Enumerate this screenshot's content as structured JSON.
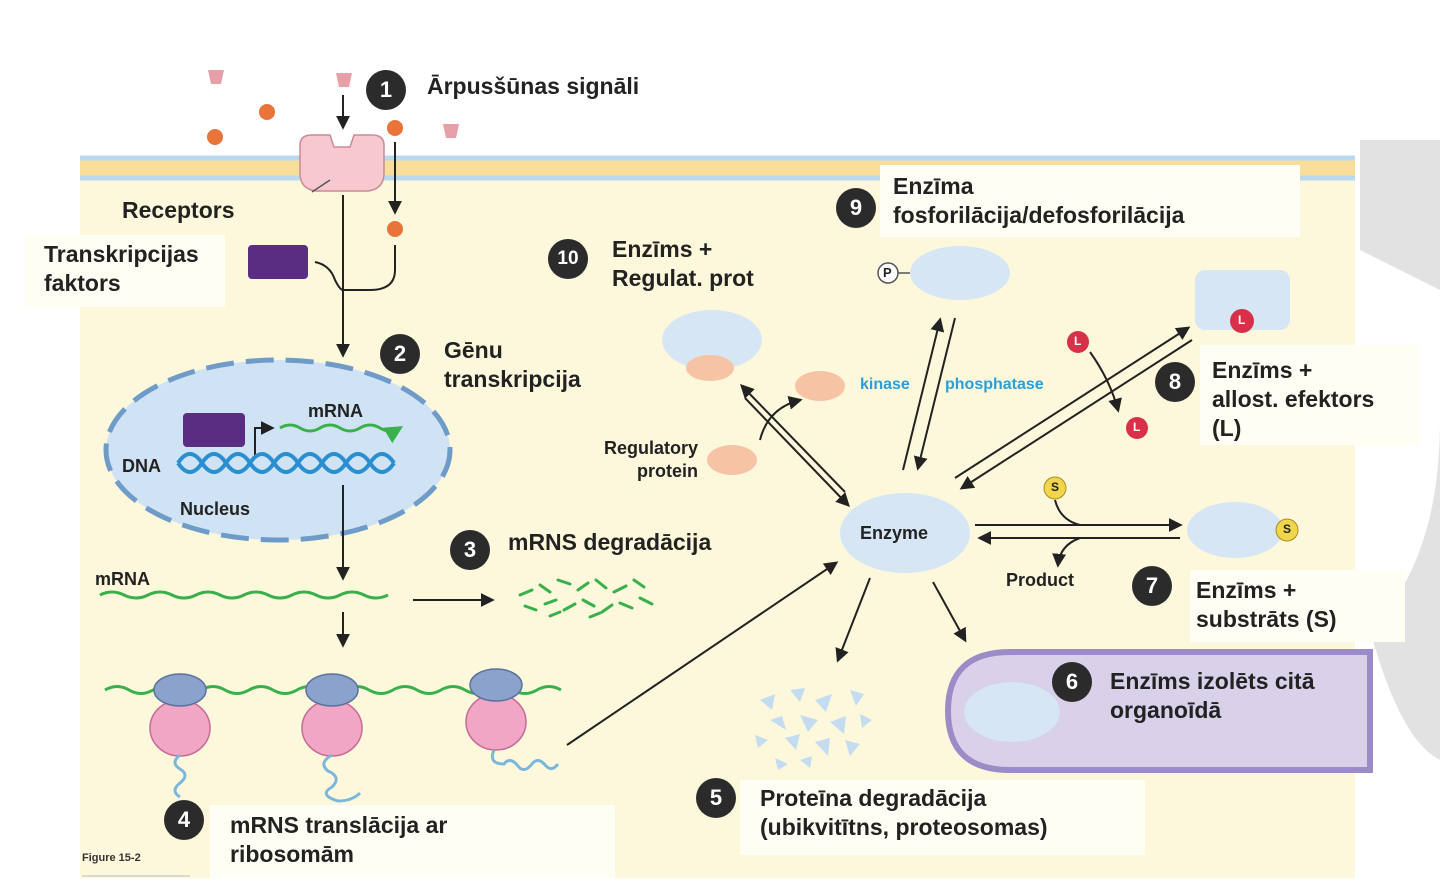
{
  "steps": [
    {
      "n": "1",
      "label": "Ārpusšūnas signāli"
    },
    {
      "n": "2",
      "label": "Gēnu\ntranskripcija"
    },
    {
      "n": "3",
      "label": "mRNS degradācija"
    },
    {
      "n": "4",
      "label": "mRNS translācija ar\nribosomām"
    },
    {
      "n": "5",
      "label": "Proteīna degradācija\n(ubikvitītns, proteosomas)"
    },
    {
      "n": "6",
      "label": "Enzīms izolēts citā\norganoīdā"
    },
    {
      "n": "7",
      "label": "Enzīms +\nsubstrāts (S)"
    },
    {
      "n": "8",
      "label": "Enzīms +\nallost. efektors\n(L)"
    },
    {
      "n": "9",
      "label": "Enzīma\nfosforilācija/defosforilācija"
    },
    {
      "n": "10",
      "label": "Enzīms +\nRegulat. prot"
    }
  ],
  "labels": {
    "receptors": "Receptors",
    "transcription_factor": "Transkripcijas\nfaktors",
    "mrna_nucleus": "mRNA",
    "dna": "DNA",
    "nucleus": "Nucleus",
    "mrna_cytoplasm": "mRNA",
    "regulatory_protein": "Regulatory\nprotein",
    "kinase": "kinase",
    "phosphatase": "phosphatase",
    "enzyme": "Enzyme",
    "product": "Product",
    "figure_caption": "Figure 15-2",
    "phosphate_symbol": "P",
    "ligand_symbol": "L",
    "substrate_symbol": "S"
  },
  "colors": {
    "cytoplasm": "#fdf8dc",
    "membrane_blue": "#b9d9ef",
    "membrane_yellow": "#f7df9a",
    "nucleus_fill": "#cfe3f4",
    "nucleus_border": "#6f9bc9",
    "enzyme_fill": "#d6e6f5",
    "receptor_fill": "#f7c8cf",
    "transcription_factor": "#5b2d82",
    "signal_dot": "#e8743a",
    "mrna_green": "#39b04a",
    "dna_blue": "#2a8fd0",
    "regulatory_protein": "#f6c4a4",
    "ligand_red": "#d83049",
    "substrate_yellow": "#f1d54a",
    "organelle_fill": "#d9d0ea",
    "organelle_border": "#9b8cc7",
    "number_badge": "#2b2b2b",
    "arrow": "#222222"
  }
}
